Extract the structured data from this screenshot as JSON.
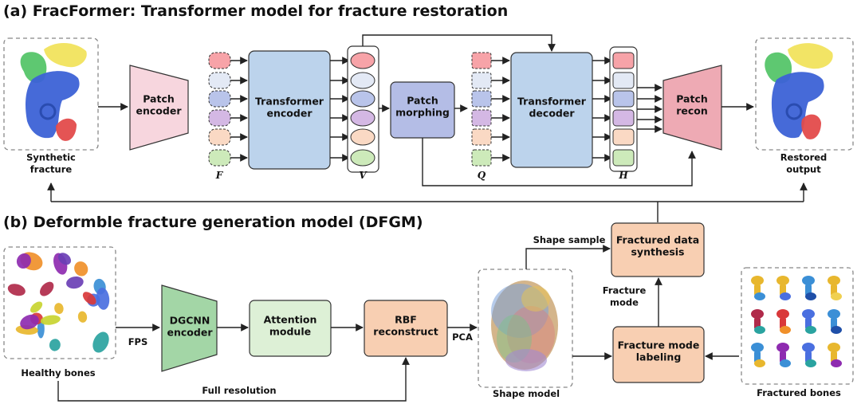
{
  "part_a": {
    "title": "(a) FracFormer: Transformer model for fracture restoration",
    "synthetic_fracture": "Synthetic\nfracture",
    "patch_encoder": "Patch\nencoder",
    "transformer_encoder": "Transformer\nencoder",
    "patch_morphing": "Patch\nmorphing",
    "transformer_decoder": "Transformer\ndecoder",
    "patch_recon": "Patch\nrecon",
    "restored_output": "Restored\noutput",
    "var_F": "F",
    "var_V": "V",
    "var_Q": "Q",
    "var_H": "H"
  },
  "part_b": {
    "title": "(b) Deformble fracture generation model (DFGM)",
    "healthy_bones": "Healthy bones",
    "fps": "FPS",
    "dgcnn_encoder": "DGCNN\nencoder",
    "attention_module": "Attention\nmodule",
    "rbf_reconstruct": "RBF\nreconstruct",
    "pca": "PCA",
    "full_resolution": "Full resolution",
    "shape_model": "Shape model",
    "shape_sample": "Shape sample",
    "fractured_data_synthesis": "Fractured data\nsynthesis",
    "fracture_mode": "Fracture\nmode",
    "fracture_mode_labeling": "Fracture mode\nlabeling",
    "fractured_bones": "Fractured bones"
  },
  "colors": {
    "patch_encoder": "#f7d6de",
    "transformer": "#bcd3ec",
    "patch_morphing": "#b4bde6",
    "patch_recon": "#eeaab4",
    "dgcnn": "#a3d6a6",
    "attention": "#ddf0d6",
    "orange_box": "#f8cfb2",
    "token_colors": [
      "#f7a3a8",
      "#e3e9f5",
      "#b9c4ea",
      "#d4b8e4",
      "#fad9c4",
      "#cdeaba"
    ]
  }
}
